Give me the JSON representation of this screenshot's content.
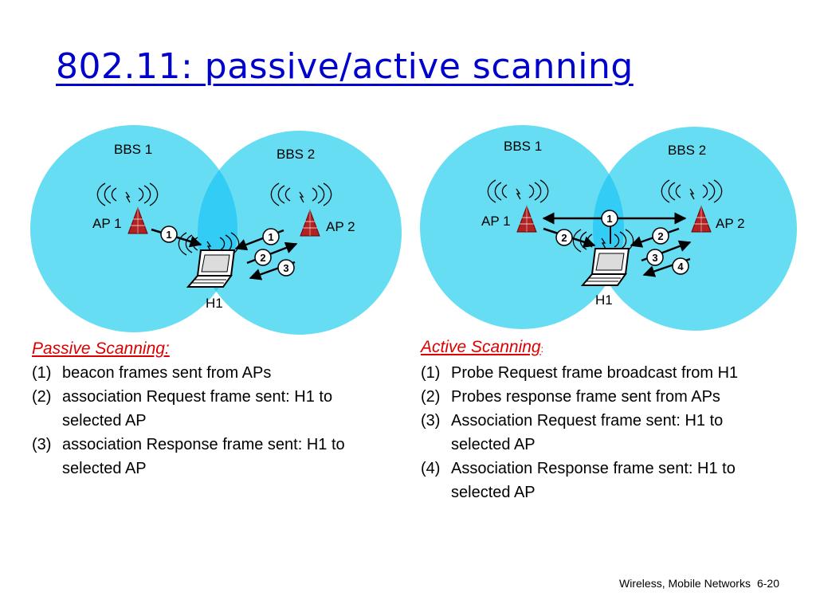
{
  "slide": {
    "title": "802.11: passive/active scanning",
    "footer_course": "Wireless, Mobile Networks",
    "footer_page": "6-20"
  },
  "colors": {
    "title": "#0000cc",
    "bss_fill": "#66ddf2",
    "bss_overlap": "#33ccf4",
    "heading": "#dd0000",
    "ap_fill": "#b22222",
    "badge_fill": "#ffffff"
  },
  "passive_diagram": {
    "bss_1": "BBS 1",
    "bss_2": "BBS 2",
    "ap_1": "AP 1",
    "ap_2": "AP 2",
    "host": "H1",
    "steps": [
      "1",
      "1",
      "2",
      "3"
    ]
  },
  "active_diagram": {
    "bss_1": "BBS 1",
    "bss_2": "BBS 2",
    "ap_1": "AP 1",
    "ap_2": "AP 2",
    "host": "H1",
    "steps": [
      "1",
      "2",
      "2",
      "3",
      "4"
    ]
  },
  "passive_panel": {
    "heading": "Passive Scanning:",
    "items": [
      {
        "no": "(1)",
        "text": "beacon frames sent from APs"
      },
      {
        "no": "(2)",
        "text": "association Request frame sent: H1 to selected AP"
      },
      {
        "no": "(3)",
        "text": "association Response frame sent: H1 to selected AP"
      }
    ]
  },
  "active_panel": {
    "heading": "Active Scanning",
    "heading_suffix": ":",
    "items": [
      {
        "no": "(1)",
        "text": "Probe Request frame broadcast from H1"
      },
      {
        "no": "(2)",
        "text": "Probes response frame sent from APs"
      },
      {
        "no": "(3)",
        "text": "Association Request frame sent: H1 to selected AP"
      },
      {
        "no": "(4)",
        "text": "Association Response frame sent: H1 to selected AP"
      }
    ]
  }
}
